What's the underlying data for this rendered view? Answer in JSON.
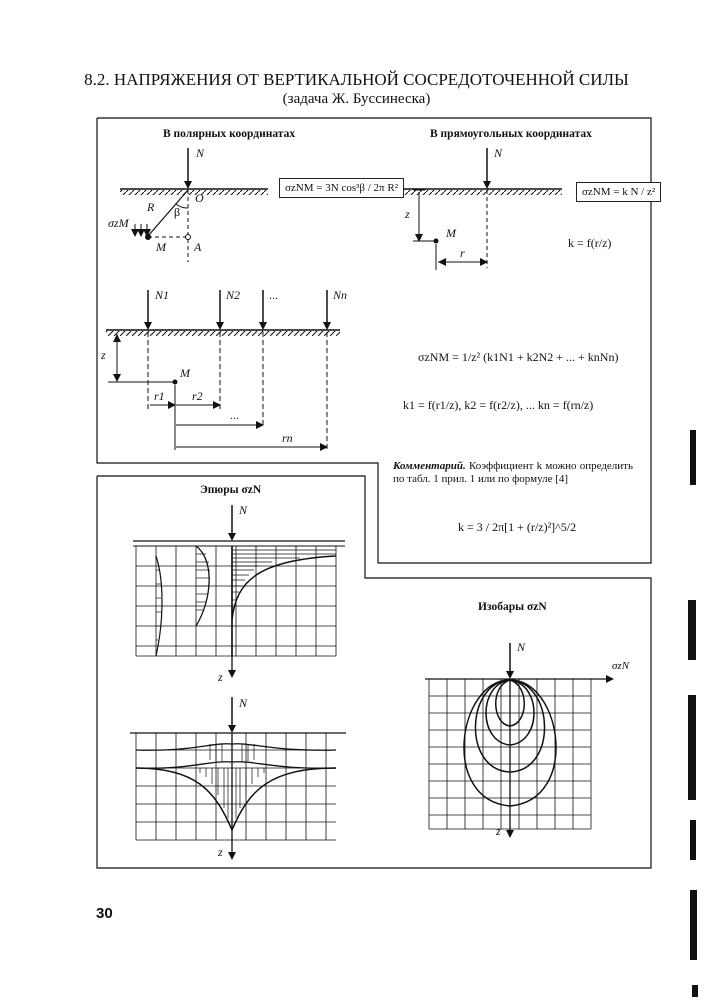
{
  "heading": {
    "title": "8.2. НАПРЯЖЕНИЯ ОТ ВЕРТИКАЛЬНОЙ СОСРЕДОТОЧЕННОЙ СИЛЫ",
    "subtitle": "(задача Ж. Буссинеска)"
  },
  "panels": {
    "polar": "В полярных координатах",
    "rect": "В прямоугольных координатах",
    "epures": "Эпюры σzN",
    "isobars": "Изобары σzN"
  },
  "labels": {
    "N": "N",
    "O": "O",
    "R": "R",
    "beta": "β",
    "M": "M",
    "A": "A",
    "sigma_z_M": "σzM",
    "z": "z",
    "r": "r",
    "N1": "N1",
    "N2": "N2",
    "dots": "...",
    "Nn": "Nn",
    "r1": "r1",
    "r2": "r2",
    "rn": "rn",
    "sigma_zN": "σzN"
  },
  "formulas": {
    "polar": "σzNM = 3N cos³β / 2π R²",
    "rect": "σzNM = k N / z²",
    "k_func": "k = f(r/z)",
    "sum": "σzNM = 1/z² (k1N1 + k2N2 + ... + knNn)",
    "k_list": "k1 = f(r1/z),  k2 = f(r2/z),  ...  kn = f(rn/z)",
    "k_full": "k = 3 / 2π[1 + (r/z)²]^5/2"
  },
  "comment": {
    "lead": "Комментарий.",
    "text": "Коэффициент k можно определить по табл. 1 прил. 1 или по формуле [4]"
  },
  "page_number": "30"
}
